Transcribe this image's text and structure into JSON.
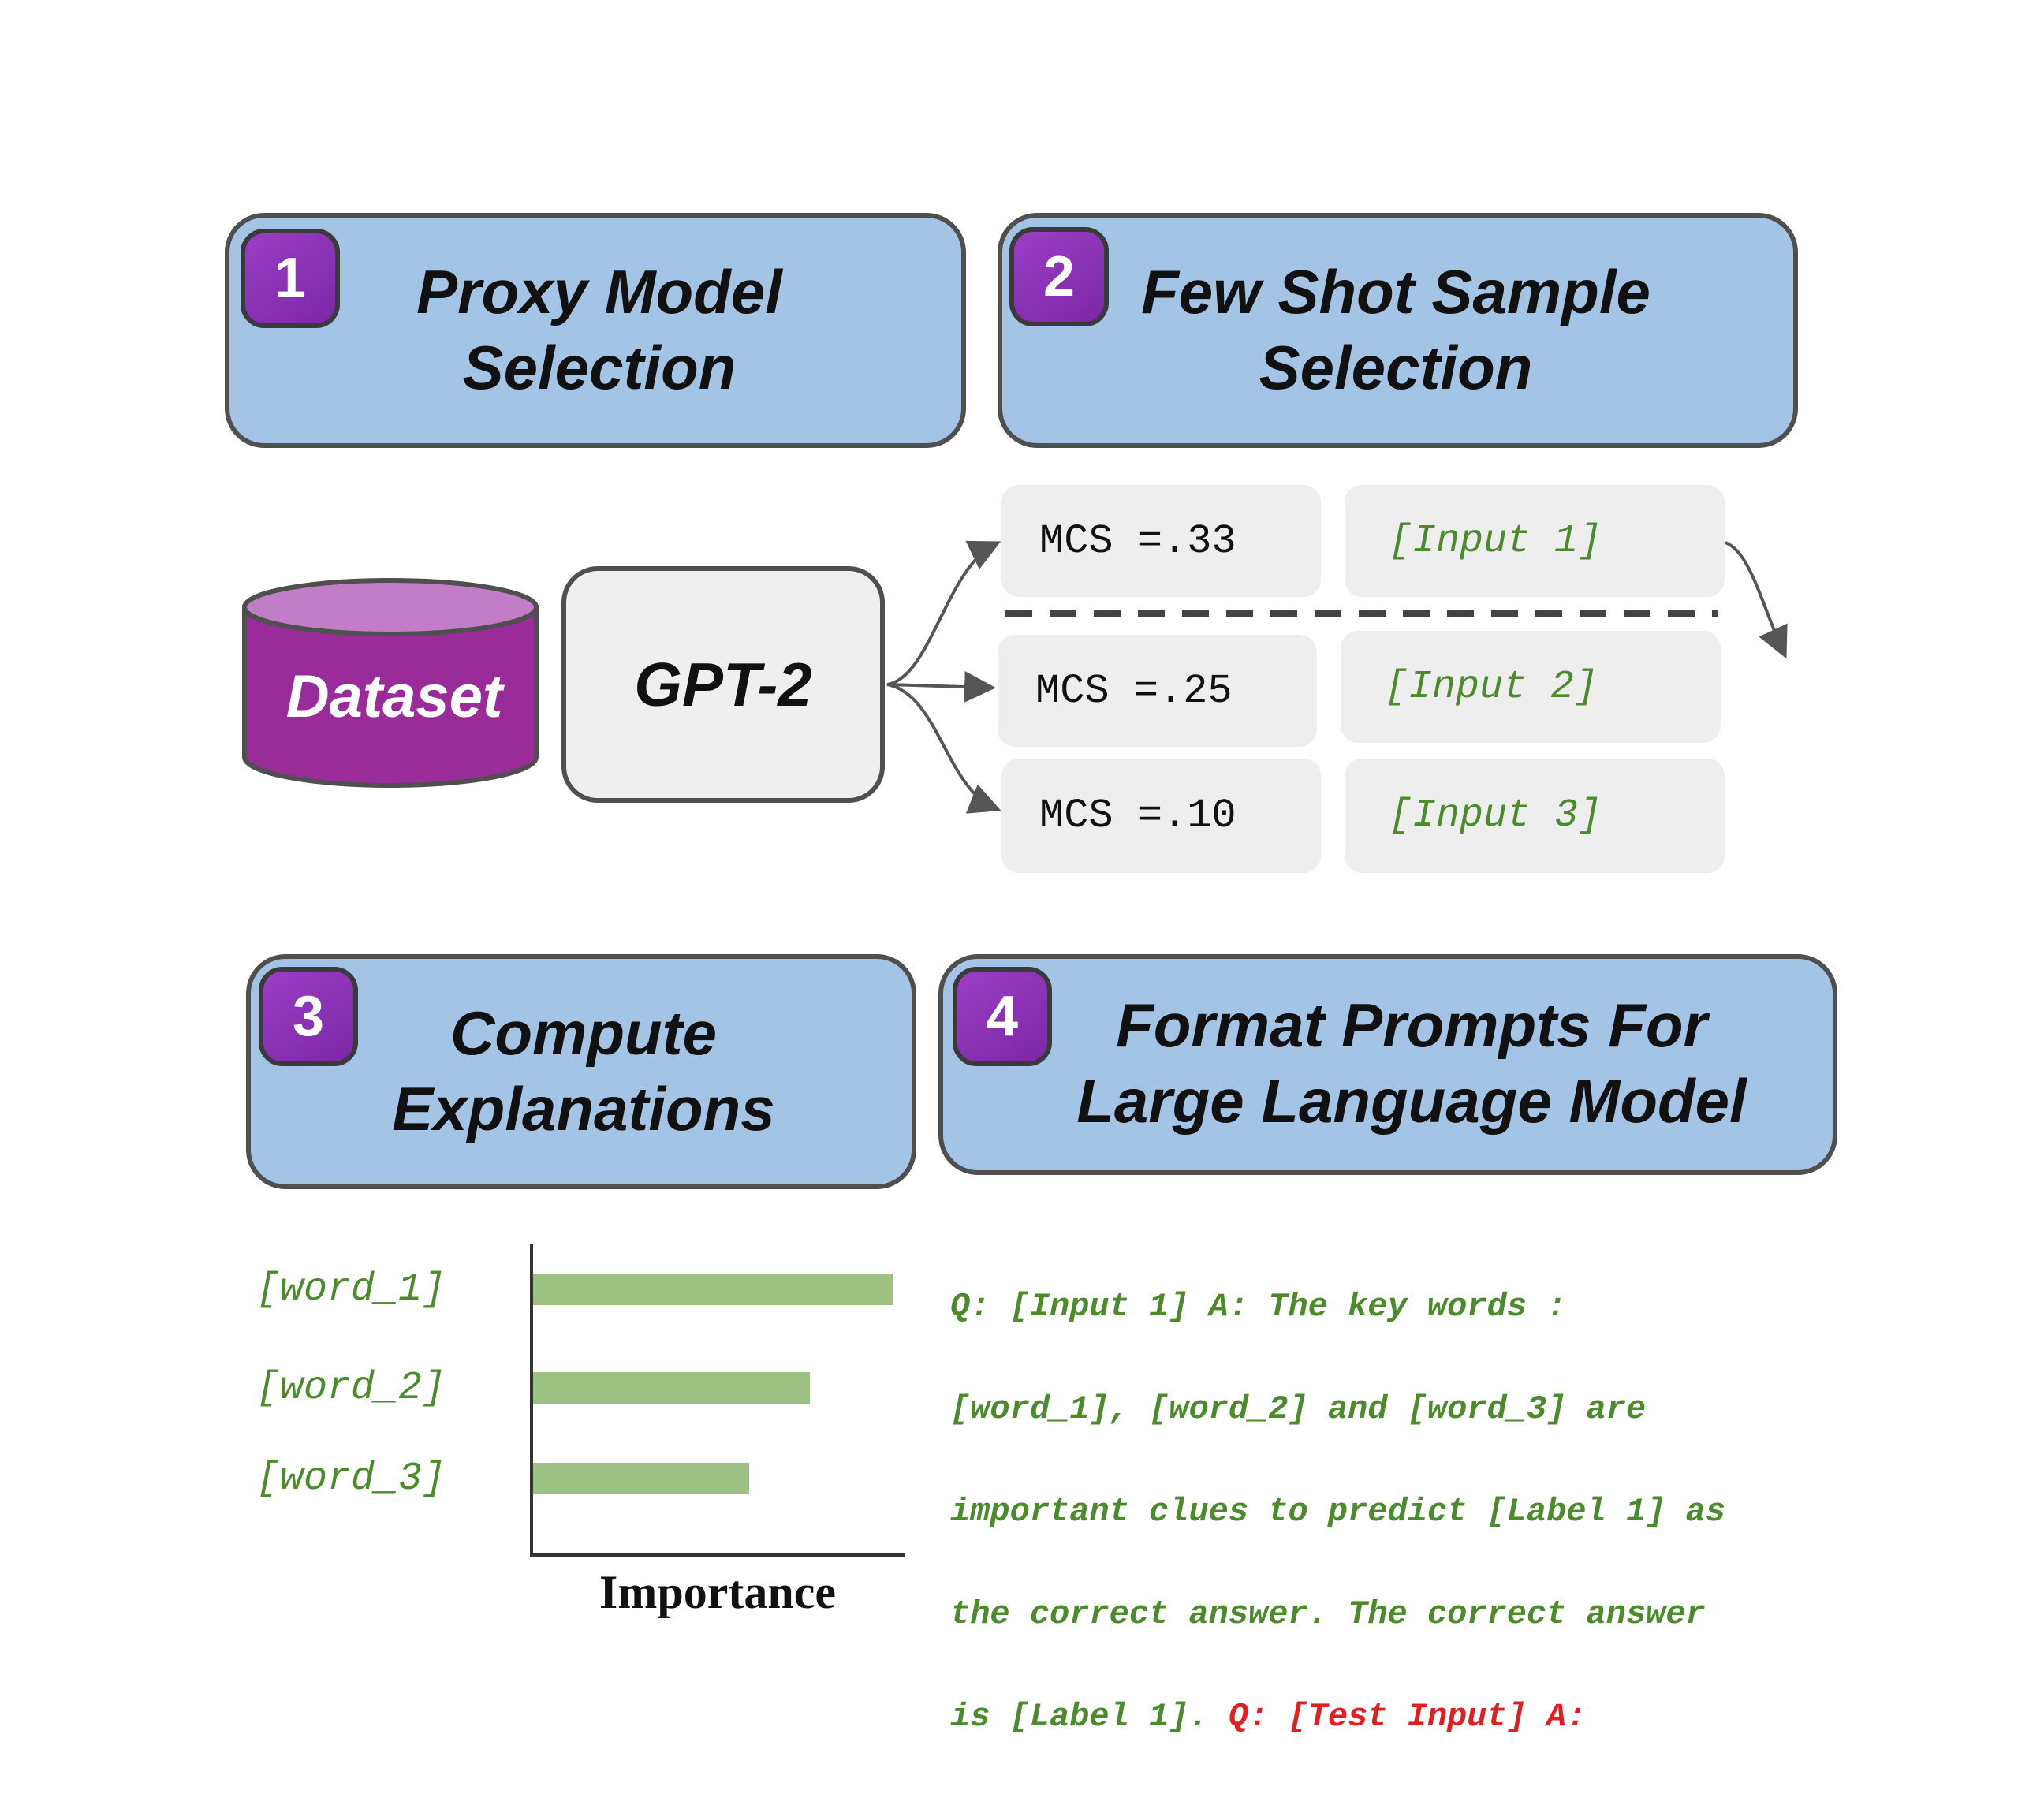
{
  "steps": [
    {
      "number": "1",
      "title_line1": "Proxy Model",
      "title_line2": "Selection"
    },
    {
      "number": "2",
      "title_line1": "Few Shot Sample",
      "title_line2": "Selection"
    },
    {
      "number": "3",
      "title_line1": "Compute",
      "title_line2": "Explanations"
    },
    {
      "number": "4",
      "title_line1": "Format Prompts For",
      "title_line2": "Large Language Model"
    }
  ],
  "dataset_label": "Dataset",
  "model_label": "GPT-2",
  "samples": [
    {
      "mcs": "MCS =.33",
      "input": "[Input 1]"
    },
    {
      "mcs": "MCS =.25",
      "input": "[Input 2]"
    },
    {
      "mcs": "MCS =.10",
      "input": "[Input 3]"
    }
  ],
  "colors": {
    "step_box": "#a4c4e6",
    "badge": "#8a32b6",
    "dataset": "#9a2c9a",
    "green_text": "#4b8b2b",
    "bar": "#9dc183",
    "red_text": "#e02020"
  },
  "chart_data": {
    "type": "bar",
    "orientation": "horizontal",
    "categories": [
      "[word_1]",
      "[word_2]",
      "[word_3]"
    ],
    "values": [
      1.0,
      0.77,
      0.6
    ],
    "xlabel": "Importance",
    "ylabel": "",
    "xlim": [
      0,
      1.03
    ],
    "grid": false
  },
  "prompt": {
    "line1": "Q: [Input 1] A: The key words :",
    "line2": "[word_1], [word_2] and [word_3] are",
    "line3": "important clues to predict [Label 1] as",
    "line4": "the correct answer. The correct answer",
    "line5_green": "is [Label 1]. ",
    "line5_red": "Q: [Test Input] A:"
  }
}
